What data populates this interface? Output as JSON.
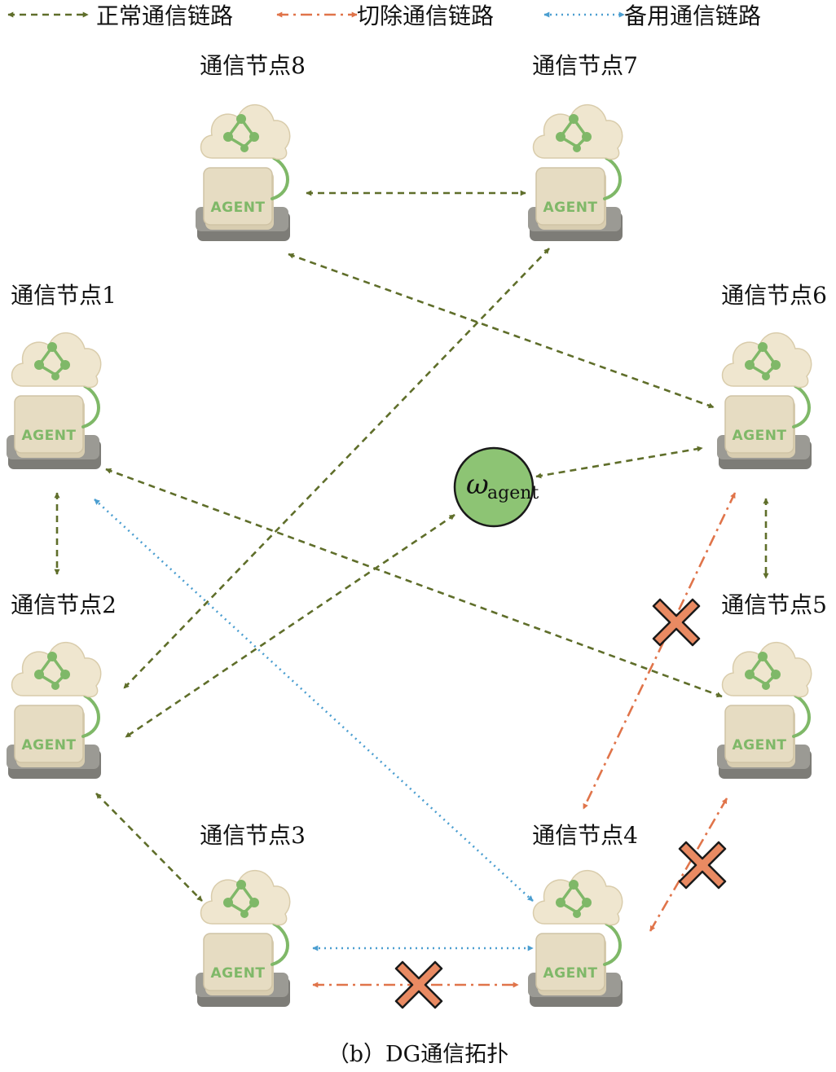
{
  "legend": [
    {
      "id": "normal",
      "label": "正常通信链路",
      "style": "dashed",
      "color": "#5f6e2a"
    },
    {
      "id": "cut",
      "label": "切除通信链路",
      "style": "dashdot",
      "color": "#e0744a"
    },
    {
      "id": "backup",
      "label": "备用通信链路",
      "style": "dotted",
      "color": "#4b9ed0"
    }
  ],
  "nodes": [
    {
      "id": "n8",
      "label": "通信节点8",
      "badge": "AGENT"
    },
    {
      "id": "n7",
      "label": "通信节点7",
      "badge": "AGENT"
    },
    {
      "id": "n1",
      "label": "通信节点1",
      "badge": "AGENT"
    },
    {
      "id": "n6",
      "label": "通信节点6",
      "badge": "AGENT"
    },
    {
      "id": "n2",
      "label": "通信节点2",
      "badge": "AGENT"
    },
    {
      "id": "n5",
      "label": "通信节点5",
      "badge": "AGENT"
    },
    {
      "id": "n3",
      "label": "通信节点3",
      "badge": "AGENT"
    },
    {
      "id": "n4",
      "label": "通信节点4",
      "badge": "AGENT"
    }
  ],
  "center": {
    "symbol": "ω",
    "subscript": "agent",
    "fill": "#8dc474"
  },
  "links": [
    {
      "from": "n8",
      "to": "n7",
      "type": "normal"
    },
    {
      "from": "n8",
      "to": "n6",
      "type": "normal"
    },
    {
      "from": "n7",
      "to": "n2",
      "type": "normal"
    },
    {
      "from": "n1",
      "to": "n5",
      "type": "normal"
    },
    {
      "from": "n1",
      "to": "n2",
      "type": "normal"
    },
    {
      "from": "n1",
      "to": "n4",
      "type": "backup"
    },
    {
      "from": "center",
      "to": "n6",
      "type": "normal"
    },
    {
      "from": "center",
      "to": "n2",
      "type": "normal"
    },
    {
      "from": "n6",
      "to": "n5",
      "type": "normal"
    },
    {
      "from": "n6",
      "to": "n4",
      "type": "cut"
    },
    {
      "from": "n2",
      "to": "n3",
      "type": "normal"
    },
    {
      "from": "n3",
      "to": "n4",
      "type": "backup"
    },
    {
      "from": "n3",
      "to": "n4",
      "type": "cut"
    },
    {
      "from": "n4",
      "to": "n5",
      "type": "cut"
    }
  ],
  "caption": "（b）DG通信拓扑",
  "colors": {
    "cloud": "#efe6cf",
    "box": "#e6dcc2",
    "base": "#9b9a94",
    "accent": "#7fb868",
    "cross": "#e98a62"
  }
}
